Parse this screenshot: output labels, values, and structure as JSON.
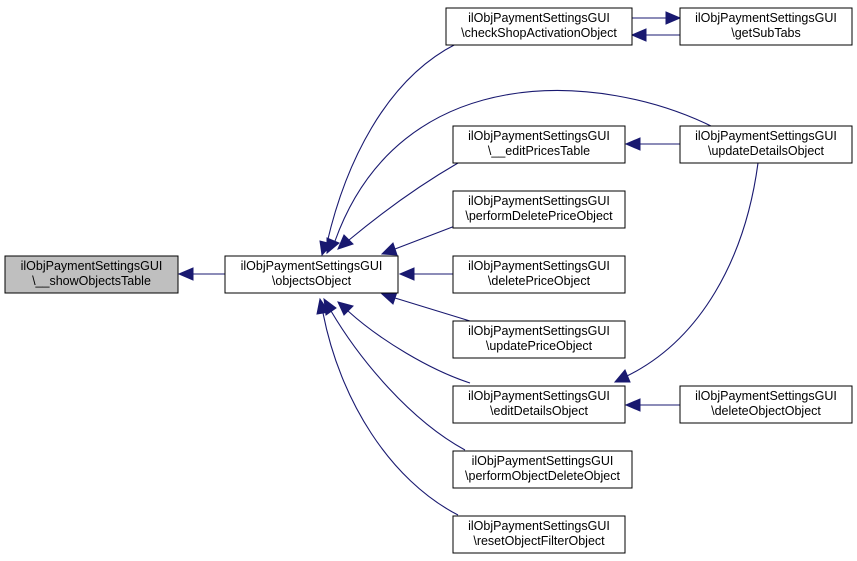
{
  "diagram": {
    "colors": {
      "edge": "#191970",
      "node_fill": "#ffffff",
      "highlight_fill": "#bfbfbf",
      "border": "#000000"
    },
    "nodes": {
      "show_objects_table": {
        "line1": "ilObjPaymentSettingsGUI",
        "line2": "\\__showObjectsTable",
        "highlighted": true
      },
      "objects_object": {
        "line1": "ilObjPaymentSettingsGUI",
        "line2": "\\objectsObject"
      },
      "check_shop_activation": {
        "line1": "ilObjPaymentSettingsGUI",
        "line2": "\\checkShopActivationObject"
      },
      "get_sub_tabs": {
        "line1": "ilObjPaymentSettingsGUI",
        "line2": "\\getSubTabs"
      },
      "edit_prices_table": {
        "line1": "ilObjPaymentSettingsGUI",
        "line2": "\\__editPricesTable"
      },
      "update_details": {
        "line1": "ilObjPaymentSettingsGUI",
        "line2": "\\updateDetailsObject"
      },
      "perform_delete_price": {
        "line1": "ilObjPaymentSettingsGUI",
        "line2": "\\performDeletePriceObject"
      },
      "delete_price": {
        "line1": "ilObjPaymentSettingsGUI",
        "line2": "\\deletePriceObject"
      },
      "update_price": {
        "line1": "ilObjPaymentSettingsGUI",
        "line2": "\\updatePriceObject"
      },
      "edit_details": {
        "line1": "ilObjPaymentSettingsGUI",
        "line2": "\\editDetailsObject"
      },
      "delete_object": {
        "line1": "ilObjPaymentSettingsGUI",
        "line2": "\\deleteObjectObject"
      },
      "perform_object_delete": {
        "line1": "ilObjPaymentSettingsGUI",
        "line2": "\\performObjectDeleteObject"
      },
      "reset_object_filter": {
        "line1": "ilObjPaymentSettingsGUI",
        "line2": "\\resetObjectFilterObject"
      }
    },
    "edges": [
      {
        "from": "objects_object",
        "to": "show_objects_table"
      },
      {
        "from": "check_shop_activation",
        "to": "objects_object"
      },
      {
        "from": "update_details",
        "to": "objects_object"
      },
      {
        "from": "edit_prices_table",
        "to": "objects_object"
      },
      {
        "from": "perform_delete_price",
        "to": "objects_object"
      },
      {
        "from": "delete_price",
        "to": "objects_object"
      },
      {
        "from": "update_price",
        "to": "objects_object"
      },
      {
        "from": "edit_details",
        "to": "objects_object"
      },
      {
        "from": "perform_object_delete",
        "to": "objects_object"
      },
      {
        "from": "reset_object_filter",
        "to": "objects_object"
      },
      {
        "from": "get_sub_tabs",
        "to": "check_shop_activation"
      },
      {
        "from": "check_shop_activation",
        "to": "get_sub_tabs"
      },
      {
        "from": "update_details",
        "to": "edit_prices_table"
      },
      {
        "from": "update_details",
        "to": "edit_details"
      },
      {
        "from": "delete_object",
        "to": "edit_details"
      }
    ]
  }
}
